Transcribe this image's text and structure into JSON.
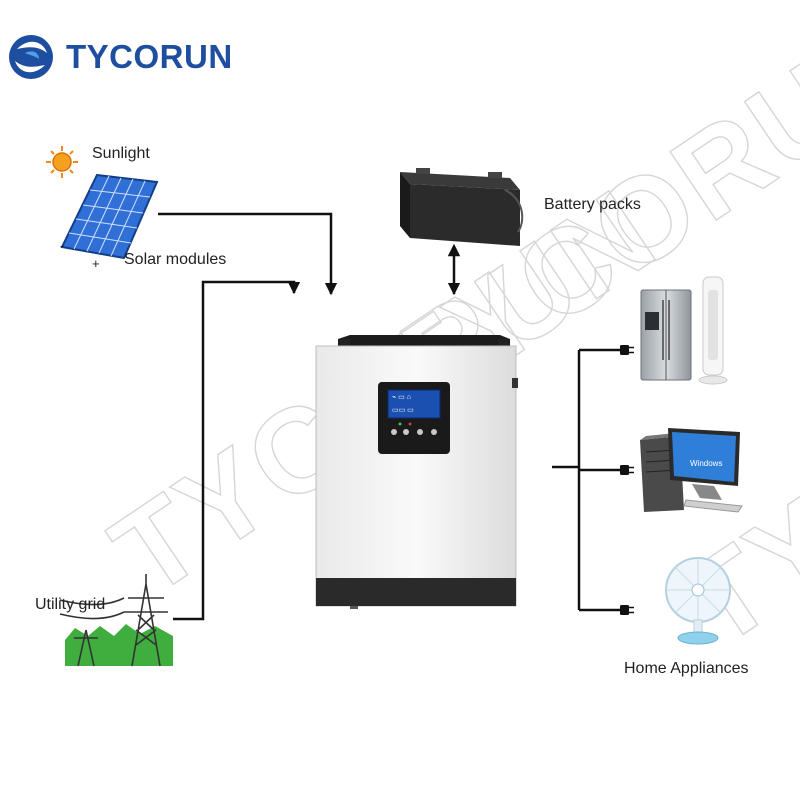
{
  "brand": {
    "name": "TYCORUN",
    "color": "#1d4ea0"
  },
  "watermark": "TYCORUN",
  "labels": {
    "sunlight": "Sunlight",
    "solar_modules": "Solar modules",
    "battery_packs": "Battery packs",
    "utility_grid": "Utility grid",
    "home_appliances": "Home Appliances"
  },
  "solar_signs": {
    "minus": "-",
    "plus": "+"
  },
  "computer_screen_text": "Windows",
  "icons": {
    "logo": "tycorun-logo-icon",
    "sun": "sun-icon",
    "solar_panel": "solar-panel-icon",
    "battery": "battery-pack-icon",
    "inverter": "inverter-icon",
    "grid": "utility-grid-icon",
    "fridge": "refrigerator-icon",
    "tower_fan": "tower-fan-icon",
    "computer": "desktop-computer-icon",
    "fan": "desk-fan-icon",
    "plug": "plug-icon"
  },
  "colors": {
    "line": "#111111",
    "panel_blue": "#2f6fd6",
    "grid_green": "#3fae3f",
    "sun_orange": "#f28a12"
  }
}
